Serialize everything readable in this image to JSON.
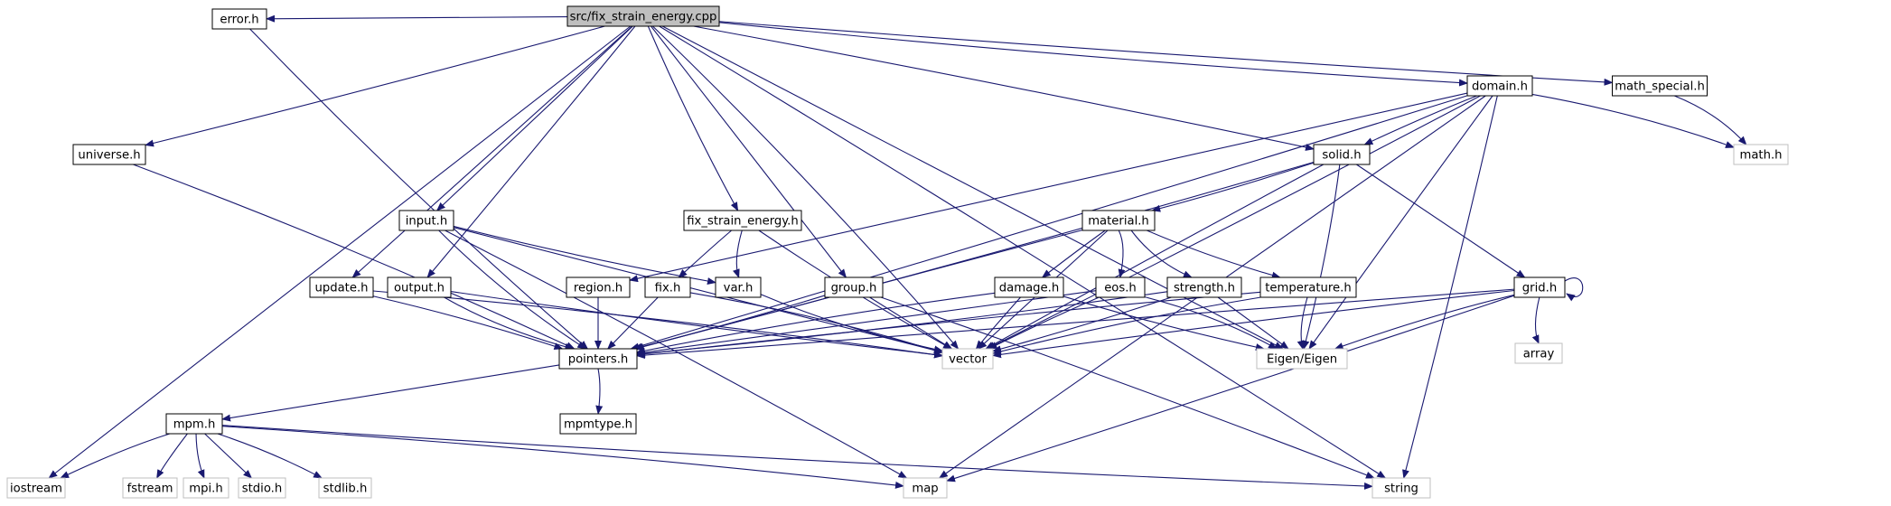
{
  "title": "src/fix_strain_energy.cpp",
  "colors": {
    "edge": "#191970",
    "node_border": "#000000",
    "external_border": "#bfbfbf",
    "root_fill": "#bfbfbf",
    "node_fill": "#ffffff",
    "text": "#000000"
  },
  "nodes": [
    {
      "id": "fix_strain_energy_cpp",
      "label": "src/fix_strain_energy.cpp",
      "kind": "root"
    },
    {
      "id": "error_h",
      "label": "error.h",
      "kind": "header"
    },
    {
      "id": "universe_h",
      "label": "universe.h",
      "kind": "header"
    },
    {
      "id": "domain_h",
      "label": "domain.h",
      "kind": "header"
    },
    {
      "id": "math_special_h",
      "label": "math_special.h",
      "kind": "header"
    },
    {
      "id": "solid_h",
      "label": "solid.h",
      "kind": "header"
    },
    {
      "id": "math_h",
      "label": "math.h",
      "kind": "external"
    },
    {
      "id": "input_h",
      "label": "input.h",
      "kind": "header"
    },
    {
      "id": "fix_strain_energy_h",
      "label": "fix_strain_energy.h",
      "kind": "header"
    },
    {
      "id": "material_h",
      "label": "material.h",
      "kind": "header"
    },
    {
      "id": "update_h",
      "label": "update.h",
      "kind": "header"
    },
    {
      "id": "output_h",
      "label": "output.h",
      "kind": "header"
    },
    {
      "id": "region_h",
      "label": "region.h",
      "kind": "header"
    },
    {
      "id": "fix_h",
      "label": "fix.h",
      "kind": "header"
    },
    {
      "id": "var_h",
      "label": "var.h",
      "kind": "header"
    },
    {
      "id": "group_h",
      "label": "group.h",
      "kind": "header"
    },
    {
      "id": "damage_h",
      "label": "damage.h",
      "kind": "header"
    },
    {
      "id": "eos_h",
      "label": "eos.h",
      "kind": "header"
    },
    {
      "id": "strength_h",
      "label": "strength.h",
      "kind": "header"
    },
    {
      "id": "temperature_h",
      "label": "temperature.h",
      "kind": "header"
    },
    {
      "id": "grid_h",
      "label": "grid.h",
      "kind": "header"
    },
    {
      "id": "pointers_h",
      "label": "pointers.h",
      "kind": "header"
    },
    {
      "id": "vector",
      "label": "vector",
      "kind": "external"
    },
    {
      "id": "eigen",
      "label": "Eigen/Eigen",
      "kind": "external"
    },
    {
      "id": "array",
      "label": "array",
      "kind": "external"
    },
    {
      "id": "mpmtype_h",
      "label": "mpmtype.h",
      "kind": "header"
    },
    {
      "id": "mpm_h",
      "label": "mpm.h",
      "kind": "header"
    },
    {
      "id": "iostream",
      "label": "iostream",
      "kind": "external"
    },
    {
      "id": "fstream",
      "label": "fstream",
      "kind": "external"
    },
    {
      "id": "mpi_h",
      "label": "mpi.h",
      "kind": "external"
    },
    {
      "id": "stdio_h",
      "label": "stdio.h",
      "kind": "external"
    },
    {
      "id": "stdlib_h",
      "label": "stdlib.h",
      "kind": "external"
    },
    {
      "id": "map",
      "label": "map",
      "kind": "external"
    },
    {
      "id": "string",
      "label": "string",
      "kind": "external"
    }
  ],
  "edges": [
    [
      "fix_strain_energy_cpp",
      "iostream"
    ],
    [
      "fix_strain_energy_cpp",
      "universe_h"
    ],
    [
      "fix_strain_energy_cpp",
      "error_h"
    ],
    [
      "fix_strain_energy_cpp",
      "update_h"
    ],
    [
      "fix_strain_energy_cpp",
      "output_h"
    ],
    [
      "fix_strain_energy_cpp",
      "input_h"
    ],
    [
      "fix_strain_energy_cpp",
      "fix_strain_energy_h"
    ],
    [
      "fix_strain_energy_cpp",
      "group_h"
    ],
    [
      "fix_strain_energy_cpp",
      "solid_h"
    ],
    [
      "fix_strain_energy_cpp",
      "vector"
    ],
    [
      "fix_strain_energy_cpp",
      "domain_h"
    ],
    [
      "fix_strain_energy_cpp",
      "math_special_h"
    ],
    [
      "fix_strain_energy_cpp",
      "eigen"
    ],
    [
      "fix_strain_energy_cpp",
      "string"
    ],
    [
      "universe_h",
      "pointers_h"
    ],
    [
      "error_h",
      "pointers_h"
    ],
    [
      "domain_h",
      "pointers_h"
    ],
    [
      "domain_h",
      "region_h"
    ],
    [
      "domain_h",
      "solid_h"
    ],
    [
      "domain_h",
      "math_h"
    ],
    [
      "domain_h",
      "vector"
    ],
    [
      "domain_h",
      "eigen"
    ],
    [
      "domain_h",
      "map"
    ],
    [
      "domain_h",
      "string"
    ],
    [
      "math_special_h",
      "math_h"
    ],
    [
      "solid_h",
      "pointers_h"
    ],
    [
      "solid_h",
      "material_h"
    ],
    [
      "solid_h",
      "grid_h"
    ],
    [
      "solid_h",
      "vector"
    ],
    [
      "solid_h",
      "eigen"
    ],
    [
      "input_h",
      "pointers_h"
    ],
    [
      "input_h",
      "var_h"
    ],
    [
      "input_h",
      "vector"
    ],
    [
      "input_h",
      "map"
    ],
    [
      "fix_strain_energy_h",
      "fix_h"
    ],
    [
      "fix_strain_energy_h",
      "var_h"
    ],
    [
      "fix_strain_energy_h",
      "vector"
    ],
    [
      "material_h",
      "pointers_h"
    ],
    [
      "material_h",
      "damage_h"
    ],
    [
      "material_h",
      "eos_h"
    ],
    [
      "material_h",
      "strength_h"
    ],
    [
      "material_h",
      "temperature_h"
    ],
    [
      "material_h",
      "vector"
    ],
    [
      "update_h",
      "pointers_h"
    ],
    [
      "update_h",
      "vector"
    ],
    [
      "output_h",
      "pointers_h"
    ],
    [
      "output_h",
      "vector"
    ],
    [
      "region_h",
      "pointers_h"
    ],
    [
      "fix_h",
      "pointers_h"
    ],
    [
      "fix_h",
      "vector"
    ],
    [
      "var_h",
      "vector"
    ],
    [
      "group_h",
      "pointers_h"
    ],
    [
      "group_h",
      "vector"
    ],
    [
      "group_h",
      "string"
    ],
    [
      "damage_h",
      "pointers_h"
    ],
    [
      "damage_h",
      "vector"
    ],
    [
      "damage_h",
      "eigen"
    ],
    [
      "eos_h",
      "pointers_h"
    ],
    [
      "eos_h",
      "vector"
    ],
    [
      "eos_h",
      "eigen"
    ],
    [
      "strength_h",
      "pointers_h"
    ],
    [
      "strength_h",
      "vector"
    ],
    [
      "strength_h",
      "eigen"
    ],
    [
      "temperature_h",
      "pointers_h"
    ],
    [
      "temperature_h",
      "vector"
    ],
    [
      "temperature_h",
      "eigen"
    ],
    [
      "grid_h",
      "grid_h"
    ],
    [
      "grid_h",
      "pointers_h"
    ],
    [
      "grid_h",
      "vector"
    ],
    [
      "grid_h",
      "eigen"
    ],
    [
      "grid_h",
      "array"
    ],
    [
      "grid_h",
      "map"
    ],
    [
      "pointers_h",
      "mpm_h"
    ],
    [
      "pointers_h",
      "mpmtype_h"
    ],
    [
      "mpm_h",
      "iostream"
    ],
    [
      "mpm_h",
      "fstream"
    ],
    [
      "mpm_h",
      "mpi_h"
    ],
    [
      "mpm_h",
      "stdio_h"
    ],
    [
      "mpm_h",
      "stdlib_h"
    ],
    [
      "mpm_h",
      "map"
    ],
    [
      "mpm_h",
      "string"
    ]
  ]
}
